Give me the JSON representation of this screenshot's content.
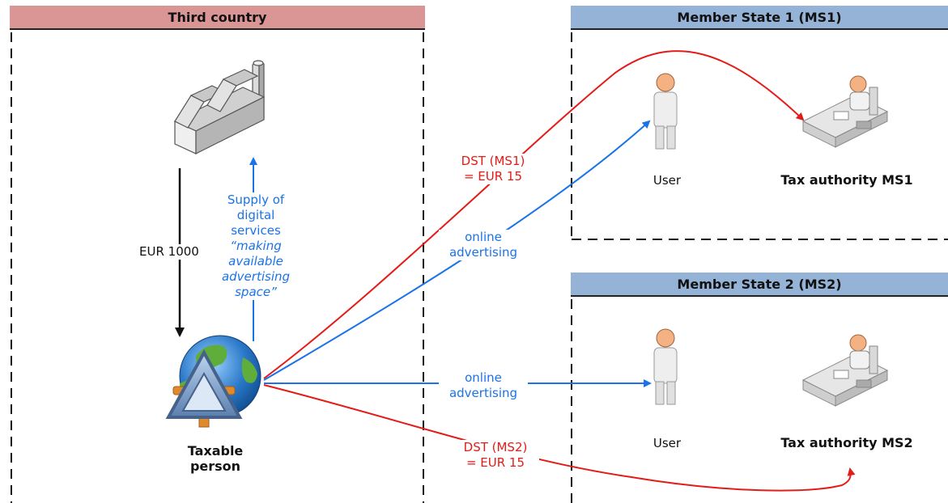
{
  "regions": {
    "third_country": "Third country",
    "member_state_1": "Member State 1 (MS1)",
    "member_state_2": "Member State 2 (MS2)"
  },
  "labels": {
    "payment": "EUR 1000",
    "supply_line1": "Supply of",
    "supply_line2": "digital",
    "supply_line3": "services",
    "supply_line4": "“making",
    "supply_line5": "available",
    "supply_line6": "advertising",
    "supply_line7": "space”",
    "taxable_line1": "Taxable",
    "taxable_line2": "person",
    "dst_ms1_line1": "DST (MS1)",
    "dst_ms1_line2": "= EUR 15",
    "dst_ms2_line1": "DST (MS2)",
    "dst_ms2_line2": "= EUR 15",
    "online_adv_1_line1": "online",
    "online_adv_1_line2": "advertising",
    "online_adv_2_line1": "online",
    "online_adv_2_line2": "advertising",
    "user_ms1": "User",
    "user_ms2": "User",
    "tax_authority_ms1": "Tax authority MS1",
    "tax_authority_ms2": "Tax authority MS2"
  },
  "icons": [
    "factory-icon",
    "globe-icon",
    "user-icon",
    "tax-authority-desk-icon"
  ],
  "colors": {
    "red": "#e41b17",
    "blue": "#1a73e8",
    "third_country": "#d99694",
    "member_state": "#95b3d7"
  }
}
